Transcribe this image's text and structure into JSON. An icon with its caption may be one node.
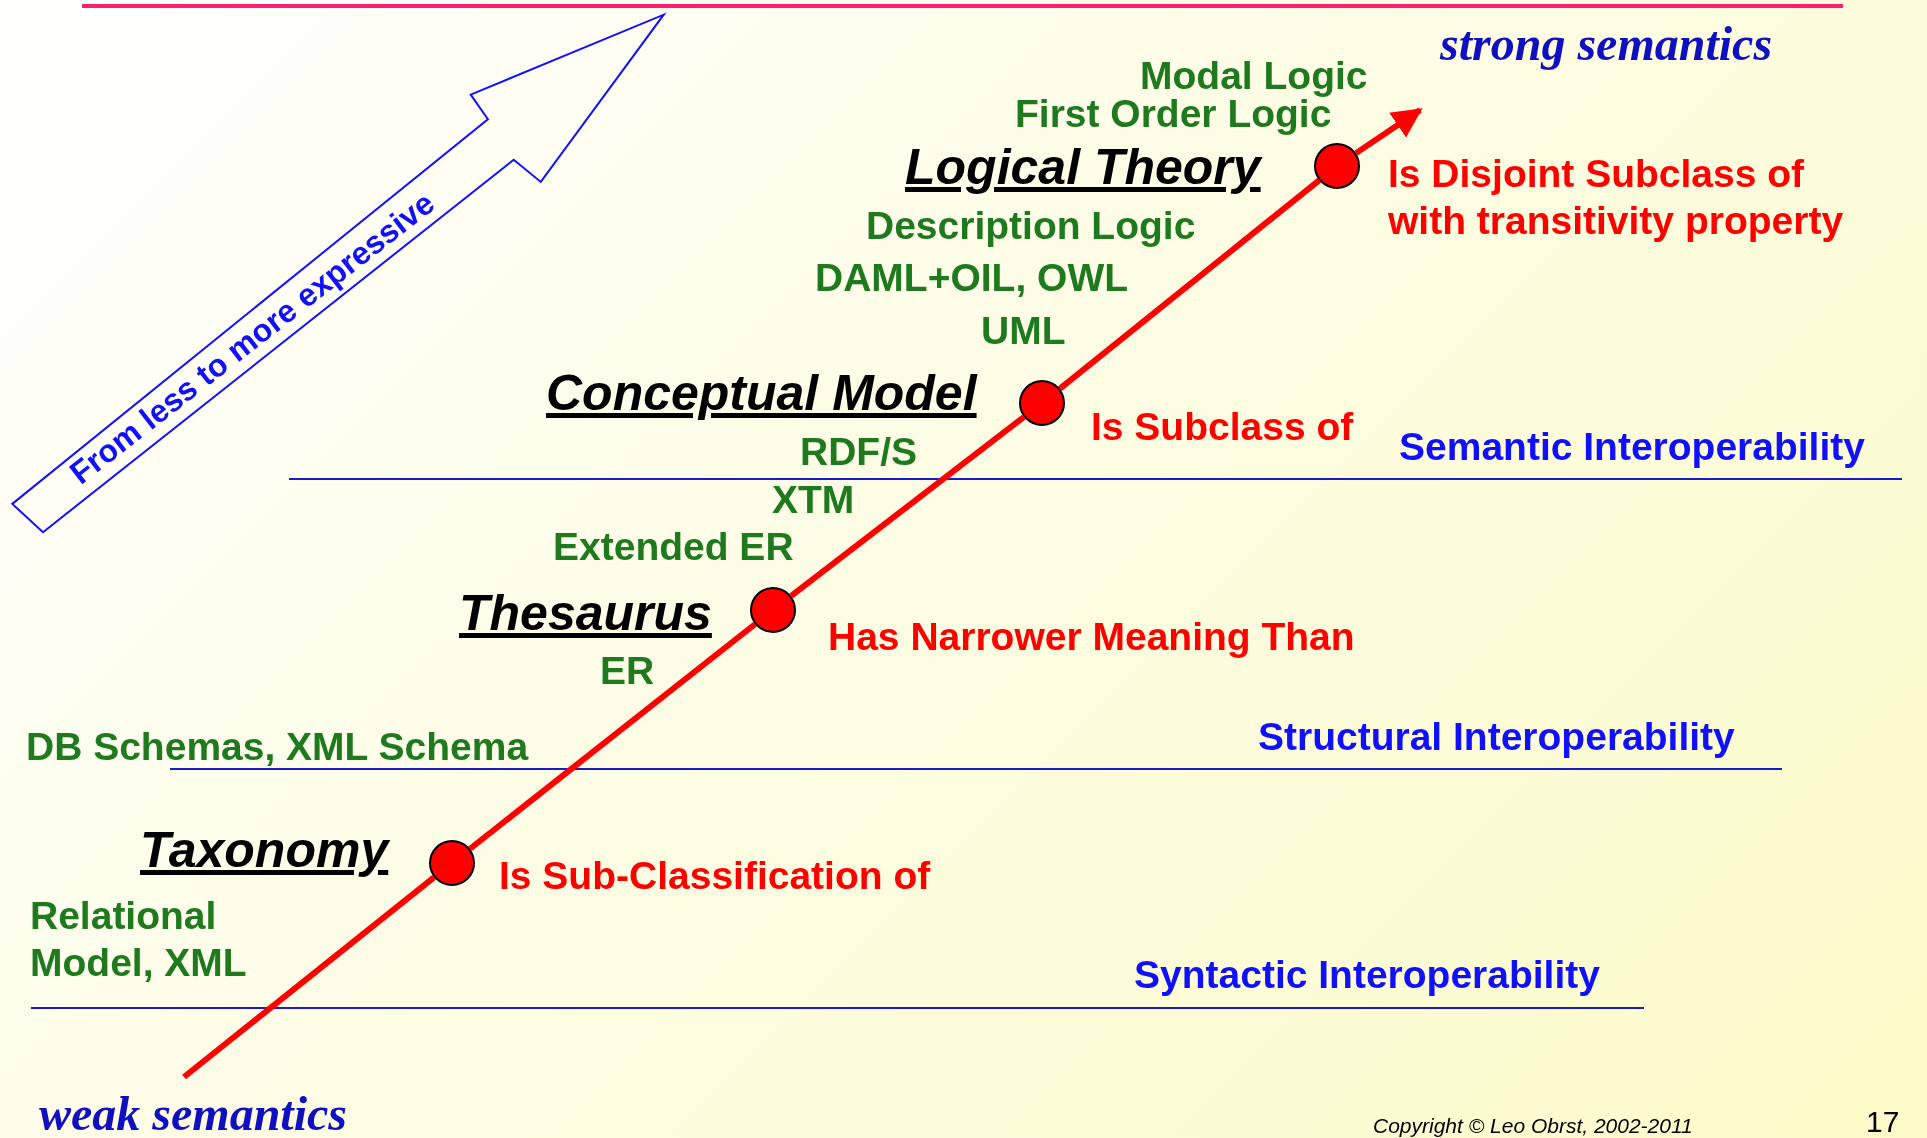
{
  "diagram": {
    "nodes": [
      {
        "text": [
          "Logical Theory"
        ],
        "beside": [
          "Is Disjoint Subclass of with transitivity property"
        ]
      },
      {
        "text": [
          "Conceptual Model"
        ],
        "beside": [
          "Is Subclass of"
        ]
      },
      {
        "text": [
          "Thesaurus"
        ],
        "beside": [
          "Has Narrower Meaning Than"
        ]
      },
      {
        "text": [
          "Taxonomy"
        ],
        "beside": [
          "Is Sub-Classification of"
        ]
      }
    ],
    "edges": [
      {
        "from": null,
        "to": 3,
        "arrow": "none"
      },
      {
        "from": 3,
        "to": 2,
        "arrow": "none"
      },
      {
        "from": 2,
        "to": 1,
        "arrow": "none"
      },
      {
        "from": 1,
        "to": 0,
        "arrow": "none"
      },
      {
        "from": 0,
        "to": null,
        "arrow": "to"
      }
    ],
    "labels": [
      "From less to more expressive",
      "strong semantics",
      "Modal Logic",
      "First Order Logic",
      "Description Logic",
      "DAML+OIL, OWL",
      "UML",
      "Semantic Interoperability",
      "RDF/S",
      "XTM",
      "Extended ER",
      "ER",
      "DB Schemas, XML Schema",
      "Structural Interoperability",
      "Relational Model, XML",
      "Syntactic Interoperability",
      "weak semantics",
      "Copyright © Leo Obrst, 2002-2011",
      "17"
    ]
  }
}
